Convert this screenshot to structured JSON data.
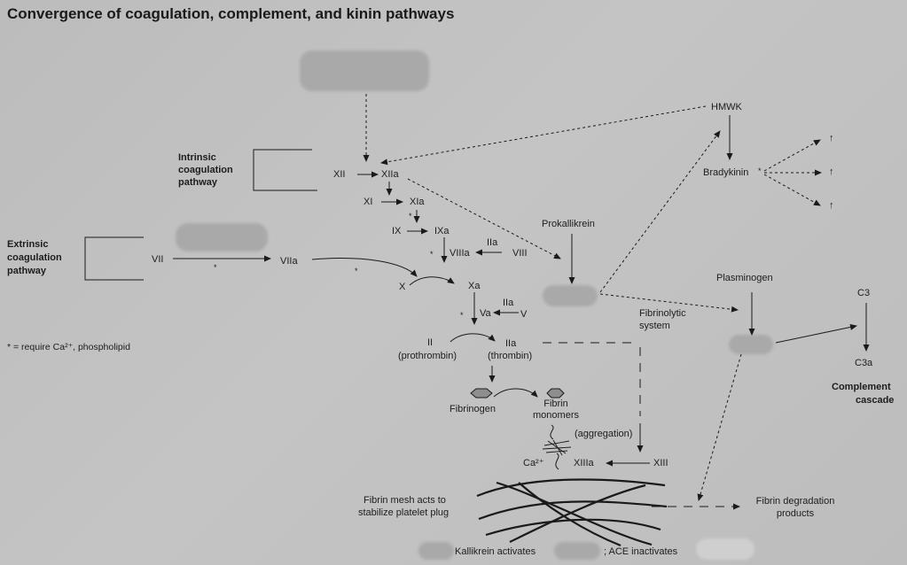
{
  "title": "Convergence of coagulation, complement, and kinin pathways",
  "labels": {
    "intrinsic": [
      "Intrinsic",
      "coagulation",
      "pathway"
    ],
    "extrinsic": [
      "Extrinsic",
      "coagulation",
      "pathway"
    ],
    "xii": "XII",
    "xiia": "XIIa",
    "xi": "XI",
    "xia": "XIa",
    "ix": "IX",
    "ixa": "IXa",
    "iia_1": "IIa",
    "viiia": "VIIIa",
    "viii": "VIII",
    "vii": "VII",
    "viia": "VIIa",
    "x": "X",
    "xa": "Xa",
    "iia_2": "IIa",
    "va": "Va",
    "v": "V",
    "ii": "II",
    "prothrombin": "(prothrombin)",
    "iia_3": "IIa",
    "thrombin": "(thrombin)",
    "fibrinogen": "Fibrinogen",
    "fibrin_monomers": [
      "Fibrin",
      "monomers"
    ],
    "aggregation": "(aggregation)",
    "ca": "Ca²⁺",
    "xiiia": "XIIIa",
    "xiii": "XIII",
    "fibrin_mesh": [
      "Fibrin mesh acts to",
      "stabilize platelet plug"
    ],
    "fdp": [
      "Fibrin degradation",
      "products"
    ],
    "prokallikrein": "Prokallikrein",
    "hmwk": "HMWK",
    "bradykinin": "Bradykinin",
    "up1": "↑",
    "up2": "↑",
    "up3": "↑",
    "plasminogen": "Plasminogen",
    "fibrinolytic": [
      "Fibrinolytic",
      "system"
    ],
    "c3": "C3",
    "c3a": "C3a",
    "complement": [
      "Complement",
      "cascade"
    ],
    "footnote": "* = require Ca²⁺, phospholipid",
    "kallikrein_activates": "Kallikrein activates",
    "ace_inactivates": "; ACE inactivates",
    "star": "*"
  }
}
